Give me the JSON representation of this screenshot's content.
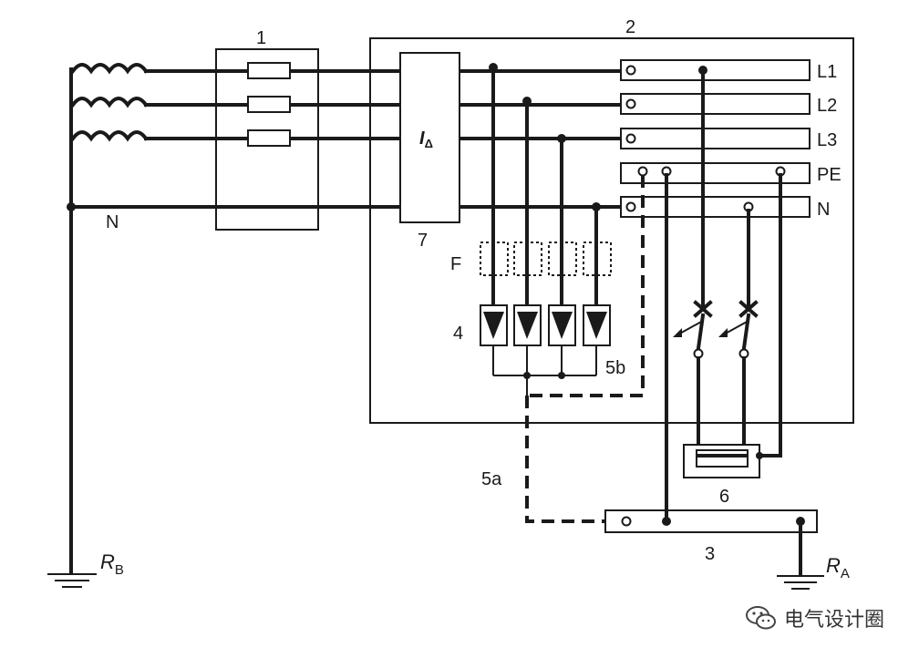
{
  "labels": {
    "box1": "1",
    "box2": "2",
    "box3": "3",
    "spd": "4",
    "conn_a": "5a",
    "conn_b": "5b",
    "equipment": "6",
    "rcd": "7",
    "fuse": "F",
    "neutral": "N",
    "rb": "R",
    "rb_sub": "B",
    "ra": "R",
    "ra_sub": "A",
    "rcd_symbol": "I",
    "rcd_sub": "Δ"
  },
  "busbars": [
    "L1",
    "L2",
    "L3",
    "PE",
    "N"
  ],
  "watermark": {
    "text": "电气设计圈",
    "icon": "wechat-icon"
  },
  "colors": {
    "line": "#1a1a1a",
    "background": "#ffffff"
  }
}
